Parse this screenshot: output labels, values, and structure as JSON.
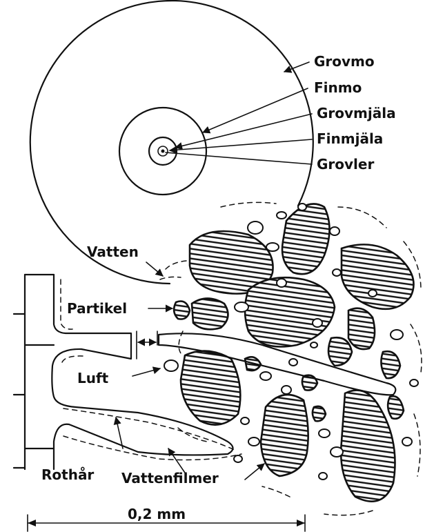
{
  "labels": {
    "grovmo": "Grovmo",
    "finmo": "Finmo",
    "grovmjala": "Grovmjäla",
    "finmjala": "Finmjäla",
    "grovler": "Grovler",
    "vatten": "Vatten",
    "partikel": "Partikel",
    "luft": "Luft",
    "rothar": "Rothår",
    "vattenfilmer": "Vattenfilmer",
    "scale": "0,2 mm"
  }
}
